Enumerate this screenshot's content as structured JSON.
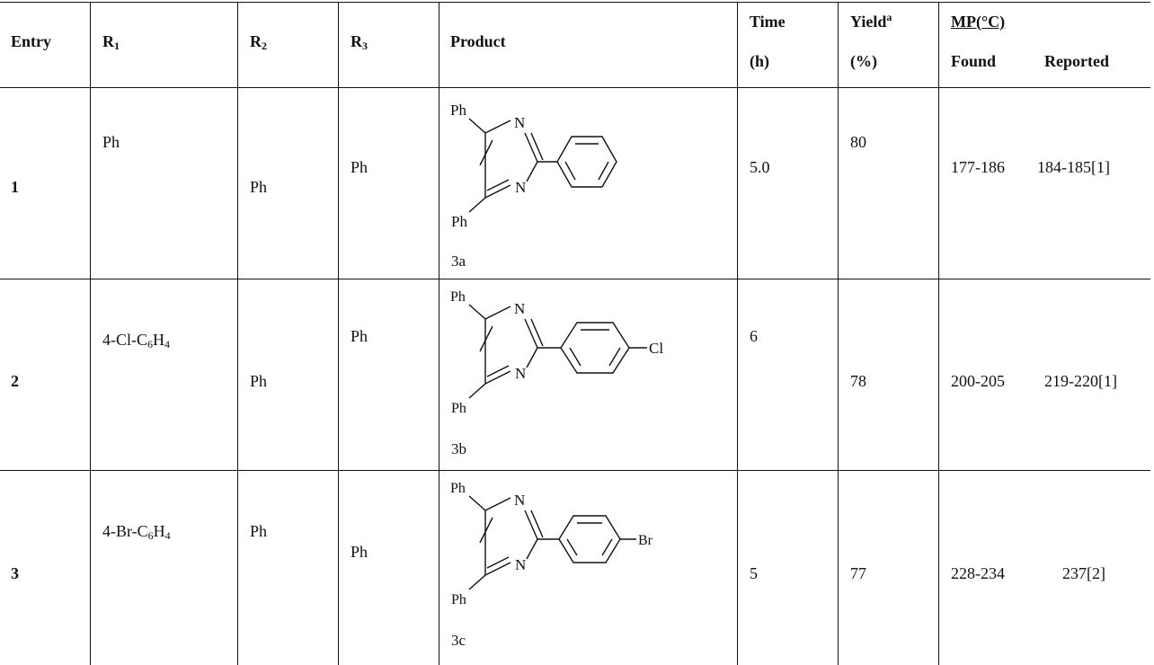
{
  "headers": {
    "entry": "Entry",
    "r1": "R",
    "r1_sub": "1",
    "r2": "R",
    "r2_sub": "2",
    "r3": "R",
    "r3_sub": "3",
    "product": "Product",
    "time_top": "Time",
    "time_bottom": "(h)",
    "yield_top": "Yield",
    "yield_sup": "a",
    "yield_bottom": "(%)",
    "mp": "MP(°C)",
    "found": "Found",
    "reported": "Reported"
  },
  "rows": [
    {
      "entry": "1",
      "r1": "Ph",
      "r1_parts": null,
      "r2": "Ph",
      "r3": "Ph",
      "product_label": "3a",
      "substituent": "",
      "time": "5.0",
      "yield": "80",
      "found": "177-186",
      "reported": "184-185[1]"
    },
    {
      "entry": "2",
      "r1_parts": {
        "a": "4-Cl-C",
        "b": "6",
        "c": "H",
        "d": "4"
      },
      "r2": "Ph",
      "r3": "Ph",
      "product_label": "3b",
      "substituent": "Cl",
      "time": "6",
      "yield": "78",
      "found": "200-205",
      "reported": "219-220[1]"
    },
    {
      "entry": "3",
      "r1_parts": {
        "a": "4-Br-C",
        "b": "6",
        "c": "H",
        "d": "4"
      },
      "r2": "Ph",
      "r3": "Ph",
      "product_label": "3c",
      "substituent": "Br",
      "time": "5",
      "yield": "77",
      "found": "228-234",
      "reported": "237[2]"
    }
  ],
  "molecule": {
    "top_ph": "Ph",
    "bottom_ph": "Ph",
    "n_top": "N",
    "n_bottom": "N"
  }
}
